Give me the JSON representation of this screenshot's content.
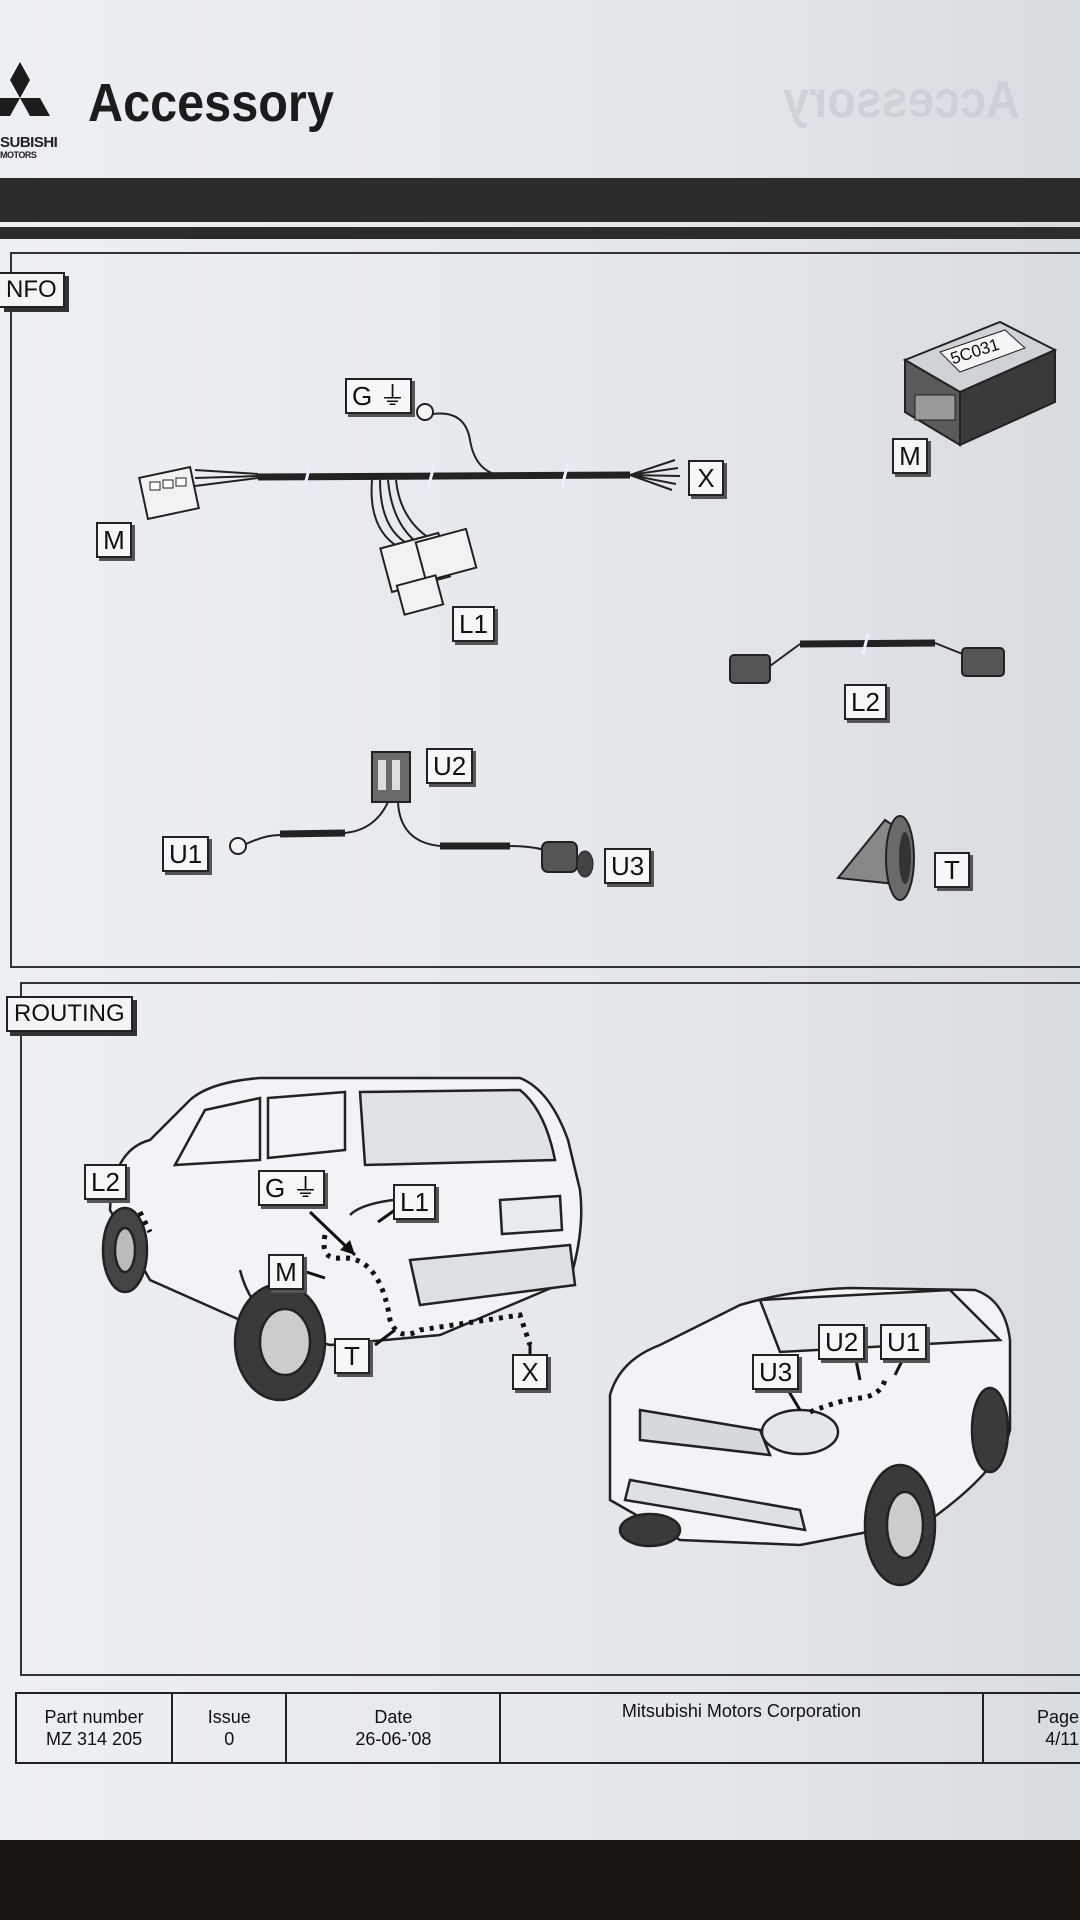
{
  "header": {
    "brand_line1": "SUBISHI",
    "brand_line2": "MOTORS",
    "title": "Accessory",
    "mirror_title": "Accessory"
  },
  "info": {
    "section_label": "NFO",
    "parts": {
      "g": "G",
      "x": "X",
      "m_harness": "M",
      "l1": "L1",
      "m_module": "M",
      "module_code": "5C031",
      "l2": "L2",
      "u2": "U2",
      "u1": "U1",
      "u3": "U3",
      "t": "T"
    }
  },
  "routing": {
    "section_label": "ROUTING",
    "rear_labels": {
      "l2": "L2",
      "g": "G",
      "l1": "L1",
      "m": "M",
      "t": "T",
      "x": "X"
    },
    "front_labels": {
      "u3": "U3",
      "u2": "U2",
      "u1": "U1"
    }
  },
  "footer": {
    "part_number_label": "Part number",
    "part_number": "MZ 314 205",
    "issue_label": "Issue",
    "issue": "0",
    "date_label": "Date",
    "date": "26-06-’08",
    "company": "Mitsubishi Motors Corporation",
    "page_label": "Page",
    "page": "4/11"
  },
  "colors": {
    "ink": "#1c1c1c",
    "paper": "#e6e9ee",
    "bar": "#2c2c2c"
  }
}
